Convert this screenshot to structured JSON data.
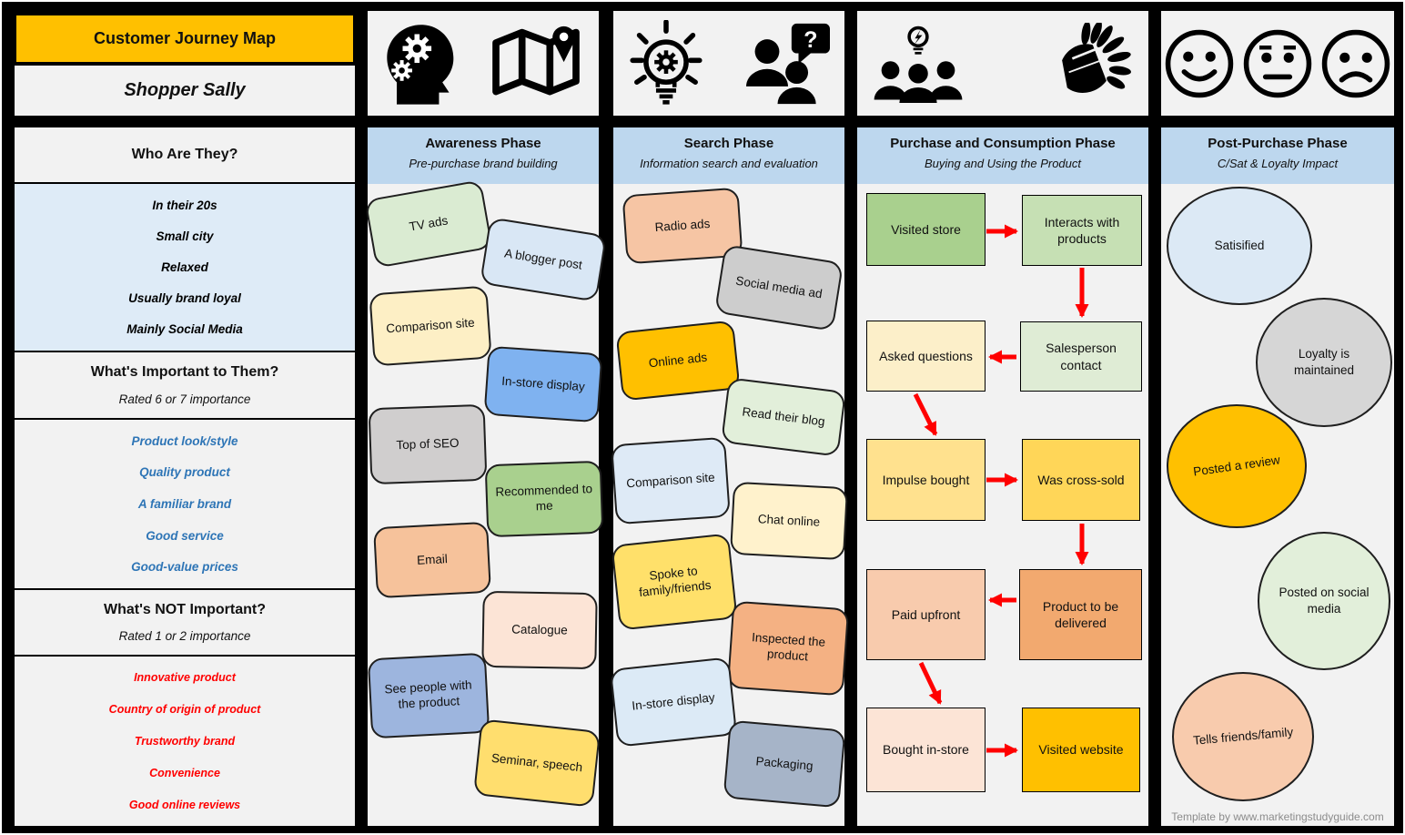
{
  "persona": {
    "title": "Customer Journey Map",
    "name": "Shopper Sally",
    "who": {
      "header": "Who Are They?",
      "items": [
        "In their 20s",
        "Small city",
        "Relaxed",
        "Usually brand loyal",
        "Mainly Social Media"
      ]
    },
    "important": {
      "header": "What's Important to Them?",
      "sub": "Rated 6 or 7 importance",
      "items": [
        "Product look/style",
        "Quality product",
        "A familiar brand",
        "Good service",
        "Good-value prices"
      ]
    },
    "not_important": {
      "header": "What's NOT Important?",
      "sub": "Rated 1 or 2 importance",
      "items": [
        "Innovative product",
        "Country of origin of product",
        "Trustworthy brand",
        "Convenience",
        "Good online reviews"
      ]
    }
  },
  "phases": [
    {
      "id": "awareness",
      "title": "Awareness Phase",
      "subtitle": "Pre-purchase brand building",
      "icons": [
        "head-gears-icon",
        "map-pin-icon"
      ],
      "notes": [
        {
          "label": "TV ads",
          "color": "#DAEBD2"
        },
        {
          "label": "A blogger post",
          "color": "#D9E7F5"
        },
        {
          "label": "Comparison site",
          "color": "#FDEFC5"
        },
        {
          "label": "In-store display",
          "color": "#7FB2F0"
        },
        {
          "label": "Top of SEO",
          "color": "#D0CECE"
        },
        {
          "label": "Recommended to me",
          "color": "#A9D08E"
        },
        {
          "label": "Email",
          "color": "#F6C29B"
        },
        {
          "label": "Catalogue",
          "color": "#FCE4D6"
        },
        {
          "label": "See people with the product",
          "color": "#9DB5DE"
        },
        {
          "label": "Seminar, speech",
          "color": "#FFDE6E"
        }
      ]
    },
    {
      "id": "search",
      "title": "Search Phase",
      "subtitle": "Information search and evaluation",
      "icons": [
        "idea-bulb-icon",
        "people-question-icon"
      ],
      "notes": [
        {
          "label": "Radio ads",
          "color": "#F6C5A4"
        },
        {
          "label": "Social media ad",
          "color": "#CDCDCD"
        },
        {
          "label": "Online ads",
          "color": "#FFC000"
        },
        {
          "label": "Read their blog",
          "color": "#E2EFDA"
        },
        {
          "label": "Comparison site",
          "color": "#DEEAF6"
        },
        {
          "label": "Chat online",
          "color": "#FFF2CC"
        },
        {
          "label": "Spoke to family/friends",
          "color": "#FFE06A"
        },
        {
          "label": "Inspected the product",
          "color": "#F4B183"
        },
        {
          "label": "In-store display",
          "color": "#DCEAF6"
        },
        {
          "label": "Packaging",
          "color": "#A6B4C8"
        }
      ]
    },
    {
      "id": "purchase",
      "title": "Purchase and Consumption Phase",
      "subtitle": "Buying and Using the Product",
      "icons": [
        "group-idea-icon",
        "clapping-hands-icon"
      ],
      "boxes": [
        {
          "label": "Visited store",
          "color": "#A9D08E"
        },
        {
          "label": "Interacts with products",
          "color": "#C6E0B4"
        },
        {
          "label": "Asked questions",
          "color": "#FCEFC9"
        },
        {
          "label": "Salesperson contact",
          "color": "#DFECD5"
        },
        {
          "label": "Impulse bought",
          "color": "#FFE18E"
        },
        {
          "label": "Was cross-sold",
          "color": "#FFD658"
        },
        {
          "label": "Paid upfront",
          "color": "#F8CBAD"
        },
        {
          "label": "Product to be delivered",
          "color": "#F2A96F"
        },
        {
          "label": "Bought in-store",
          "color": "#FCE4D6"
        },
        {
          "label": "Visited website",
          "color": "#FFC000"
        }
      ]
    },
    {
      "id": "post-purchase",
      "title": "Post-Purchase Phase",
      "subtitle": "C/Sat & Loyalty Impact",
      "icons": [
        "happy-face-icon",
        "neutral-face-icon",
        "sad-face-icon"
      ],
      "circles": [
        {
          "label": "Satisified",
          "color": "#DCE9F5"
        },
        {
          "label": "Loyalty is maintained",
          "color": "#D6D6D6"
        },
        {
          "label": "Posted a review",
          "color": "#FFC000"
        },
        {
          "label": "Posted on social media",
          "color": "#E2EFDA"
        },
        {
          "label": "Tells friends/family",
          "color": "#F8CBAD"
        }
      ]
    }
  ],
  "footer": "Template by www.marketingstudyguide.com",
  "colors": {
    "accent_yellow": "#FFC000",
    "header_blue": "#BDD7EE",
    "panel_gray": "#F2F2F2",
    "who_bg": "#DEEBF7",
    "important_text": "#2E75B6",
    "not_important_text": "#FF0000",
    "arrow_red": "#FF0000"
  }
}
